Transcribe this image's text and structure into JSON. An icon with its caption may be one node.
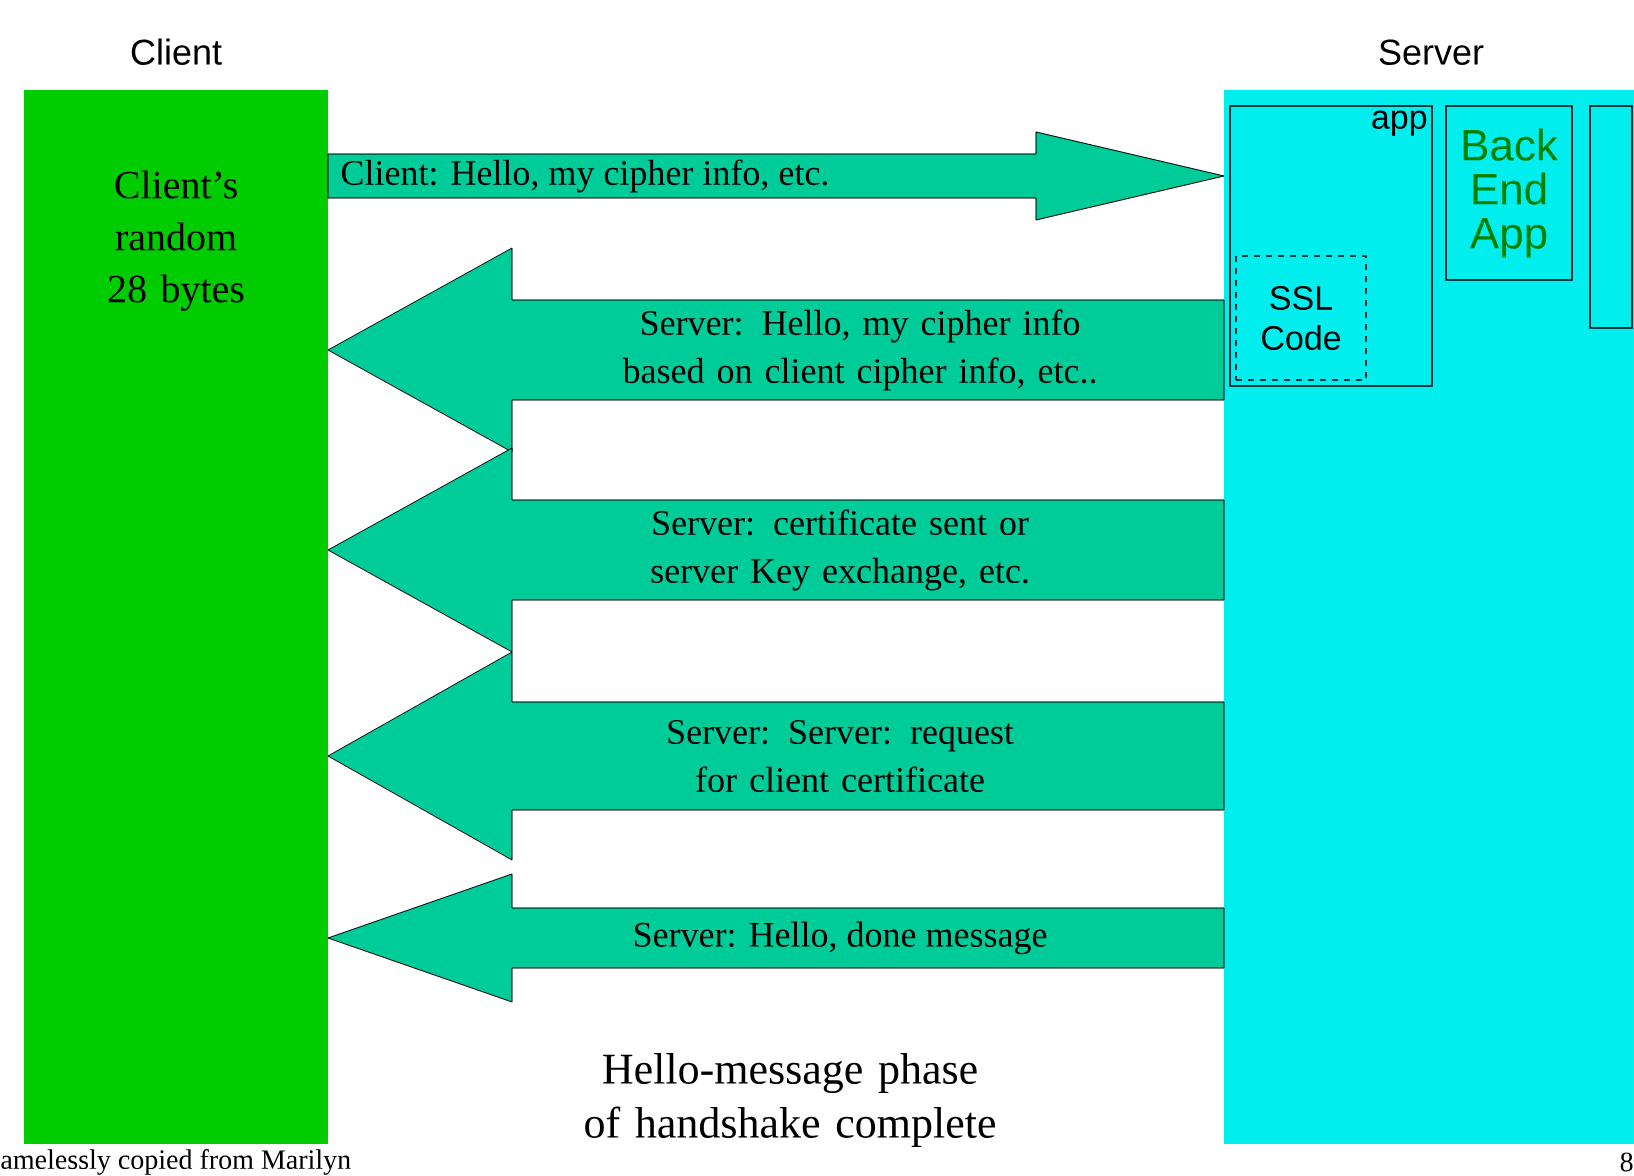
{
  "diagram": {
    "nodes": [
      {
        "text": [
          "Client",
          "Client’s random 28 bytes"
        ]
      },
      {
        "text": [
          "Server"
        ]
      },
      {
        "text": [
          "app"
        ],
        "in": 1
      },
      {
        "text": [
          "SSL Code"
        ],
        "in": 2
      },
      {
        "text": [
          "Back End App"
        ],
        "in": 1
      },
      {
        "text": [],
        "shape": "box",
        "in": 1
      }
    ],
    "edges": [
      {
        "from": 0,
        "to": 1,
        "arrow": "to",
        "label": "Client: Hello, my cipher info, etc."
      },
      {
        "from": 1,
        "to": 0,
        "arrow": "to",
        "label": "Server:  Hello, my cipher info based on client cipher info, etc.."
      },
      {
        "from": 1,
        "to": 0,
        "arrow": "to",
        "label": "Server:  certificate sent or server Key exchange, etc."
      },
      {
        "from": 1,
        "to": 0,
        "arrow": "to",
        "label": "Server:  Server: request for client certificate"
      },
      {
        "from": 1,
        "to": 0,
        "arrow": "to",
        "label": "Server:  Hello, done message"
      }
    ],
    "labels": [
      "Hello-message phase of handshake complete",
      "amelessly copied from Marilyn",
      "8"
    ]
  }
}
